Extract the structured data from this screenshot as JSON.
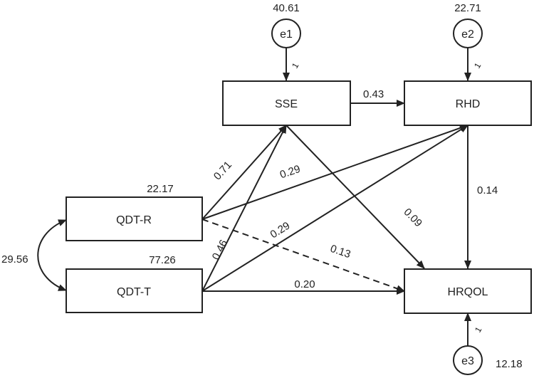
{
  "nodes": {
    "sse": "SSE",
    "rhd": "RHD",
    "qdt_r": "QDT-R",
    "qdt_t": "QDT-T",
    "hrqol": "HRQOL",
    "e1": "e1",
    "e2": "e2",
    "e3": "e3"
  },
  "variances": {
    "e1": "40.61",
    "e2": "22.71",
    "e3": "12.18",
    "qdt_r": "22.17",
    "qdt_t": "77.26"
  },
  "covariance": {
    "qdt_r_qdt_t": "29.56"
  },
  "paths": {
    "sse_rhd": "0.43",
    "rhd_hrqol": "0.14",
    "sse_hrqol": "0.09",
    "qdtr_sse": "0.71",
    "qdtr_rhd": "0.29",
    "qdtr_hrqol": "0.13",
    "qdtt_sse": "0.46",
    "qdtt_rhd": "0.29",
    "qdtt_hrqol": "0.20"
  },
  "error_loadings": {
    "e1": "1",
    "e2": "1",
    "e3": "1"
  }
}
